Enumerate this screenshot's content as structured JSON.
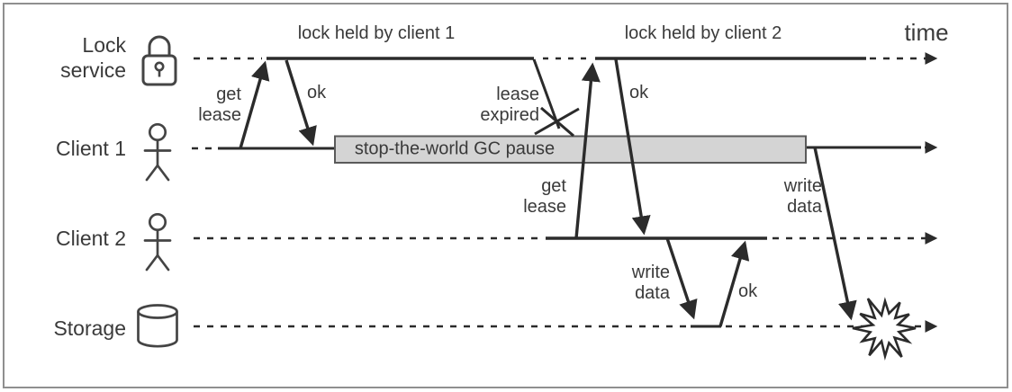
{
  "frame": {
    "background": "#ffffff",
    "border_color": "#8f8f8f"
  },
  "colors": {
    "line": "#2b2b2b",
    "text": "#3a3a3a",
    "gc_box_fill": "#d4d4d4",
    "gc_box_border": "#5a5a5a"
  },
  "lanes": [
    {
      "label": "Lock\nservice",
      "icon": "padlock-icon"
    },
    {
      "label": "Client 1",
      "icon": "person-icon"
    },
    {
      "label": "Client 2",
      "icon": "person-icon"
    },
    {
      "label": "Storage",
      "icon": "database-cylinder-icon"
    }
  ],
  "annotations": {
    "lock_held_by_client_1": "lock held by client 1",
    "lock_held_by_client_2": "lock held by client 2",
    "time": "time",
    "get_lease_client1": "get\nlease",
    "ok_client1": "ok",
    "lease_expired": "lease\nexpired",
    "get_lease_client2": "get\nlease",
    "ok_client2": "ok",
    "write_data_client2": "write\ndata",
    "ok_storage": "ok",
    "write_data_client1": "write\ndata",
    "gc_pause": "stop-the-world GC pause"
  },
  "icons": {
    "lock_service": "padlock-icon",
    "client": "person-icon",
    "storage": "database-cylinder-icon",
    "crash": "explosion-burst-icon",
    "lease_expired_mark": "x-cross-icon",
    "timeline_end": "arrowhead-icon"
  }
}
